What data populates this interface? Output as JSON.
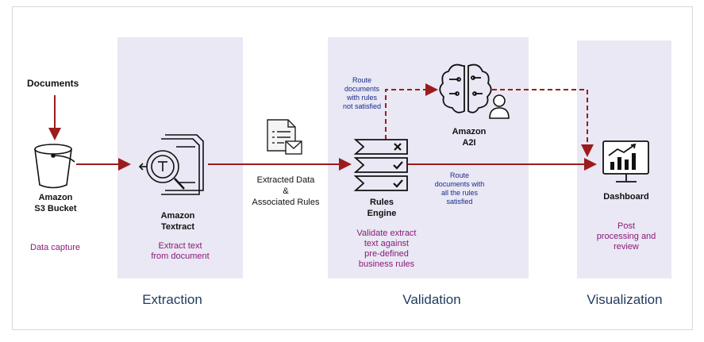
{
  "sources": {
    "documents": "Documents"
  },
  "s3": {
    "line1": "Amazon",
    "line2": "S3 Bucket",
    "caption": "Data capture"
  },
  "textract": {
    "line1": "Amazon",
    "line2": "Textract",
    "caption_line1": "Extract text",
    "caption_line2": "from document"
  },
  "extracted": {
    "line1": "Extracted Data",
    "line2": "&",
    "line3": "Associated Rules"
  },
  "rules_engine": {
    "line1": "Rules",
    "line2": "Engine",
    "caption_line1": "Validate extract",
    "caption_line2": "text against",
    "caption_line3": "pre-defined",
    "caption_line4": "business rules"
  },
  "route_unsatisfied": {
    "line1": "Route",
    "line2": "documents",
    "line3": "with rules",
    "line4": "not satisfied"
  },
  "route_satisfied": {
    "line1": "Route",
    "line2": "documents with",
    "line3": "all the rules",
    "line4": "satisfied"
  },
  "a2i": {
    "line1": "Amazon",
    "line2": "A2I"
  },
  "dashboard": {
    "label": "Dashboard",
    "caption_line1": "Post",
    "caption_line2": "processing and",
    "caption_line3": "review"
  },
  "sections": {
    "extraction": "Extraction",
    "validation": "Validation",
    "visualization": "Visualization"
  },
  "colors": {
    "arrow": "#9b1c1c",
    "panel": "#e9e8f4",
    "caption": "#8b1a78",
    "route": "#1a2b8c",
    "section": "#1f3a5c"
  },
  "icons": [
    "bucket-icon",
    "textract-icon",
    "document-form-icon",
    "rules-engine-icon",
    "brain-icon",
    "user-icon",
    "dashboard-monitor-icon"
  ]
}
